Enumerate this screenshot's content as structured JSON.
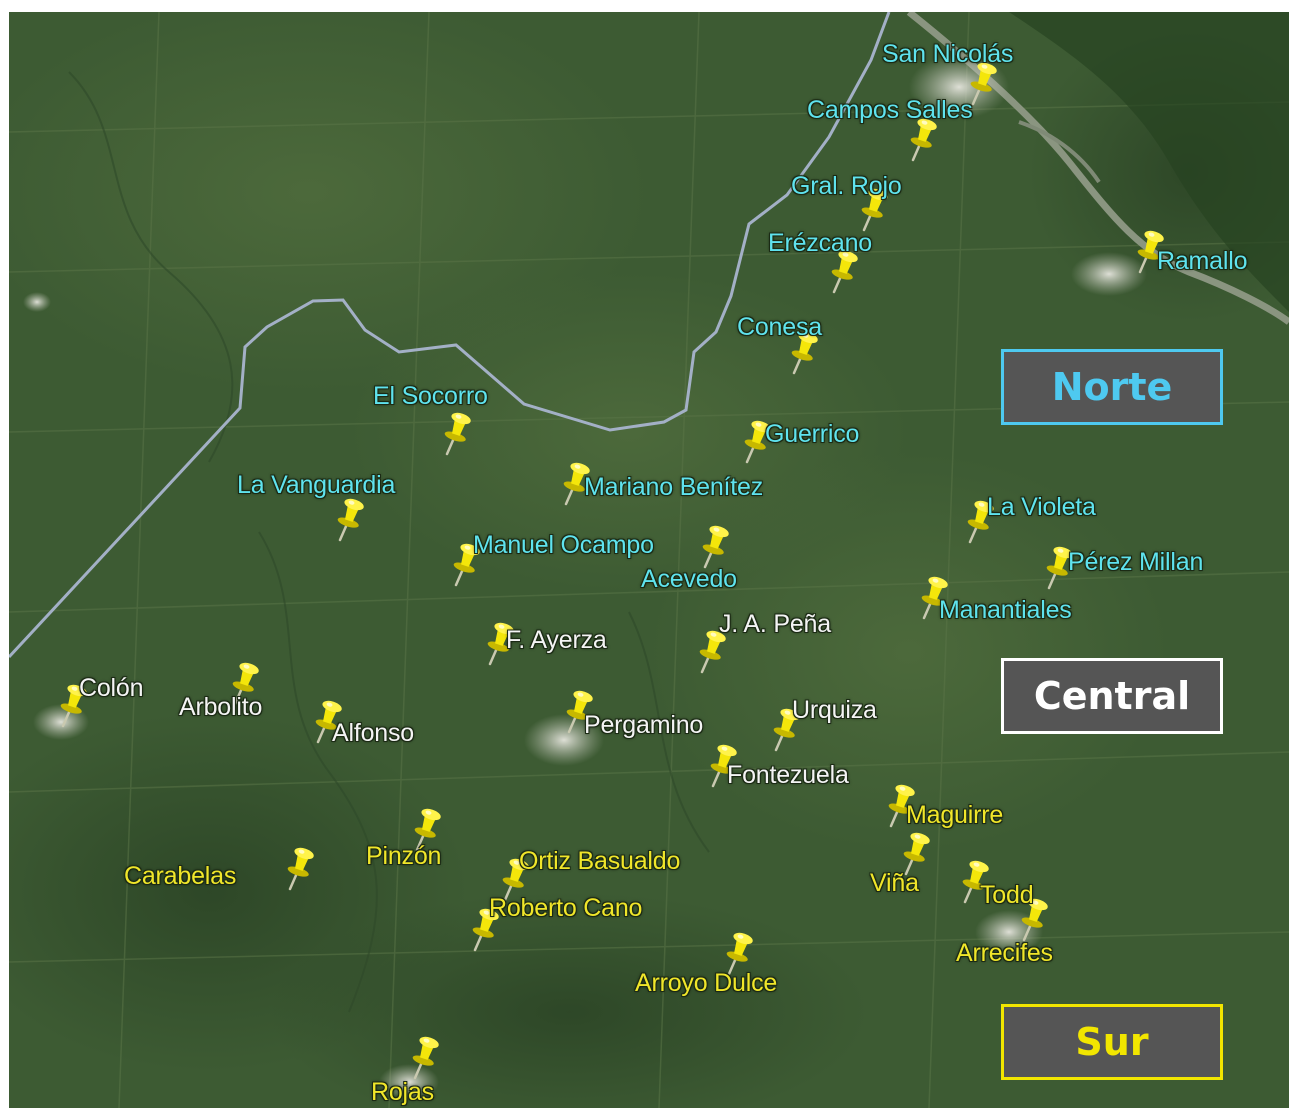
{
  "regions": {
    "norte": {
      "label": "Norte",
      "color": "#4ec9f0"
    },
    "central": {
      "label": "Central",
      "color": "#ffffff"
    },
    "sur": {
      "label": "Sur",
      "color": "#f2e600"
    }
  },
  "localities": [
    {
      "id": "san-nicolas",
      "name": "San Nicolás",
      "region": "norte"
    },
    {
      "id": "campos-salles",
      "name": "Campos Salles",
      "region": "norte"
    },
    {
      "id": "gral-rojo",
      "name": "Gral. Rojo",
      "region": "norte"
    },
    {
      "id": "erezcano",
      "name": "Erézcano",
      "region": "norte"
    },
    {
      "id": "ramallo",
      "name": "Ramallo",
      "region": "norte"
    },
    {
      "id": "conesa",
      "name": "Conesa",
      "region": "norte"
    },
    {
      "id": "el-socorro",
      "name": "El Socorro",
      "region": "norte"
    },
    {
      "id": "guerrico",
      "name": "Guerrico",
      "region": "norte"
    },
    {
      "id": "la-vanguardia",
      "name": "La Vanguardia",
      "region": "norte"
    },
    {
      "id": "mariano-benitez",
      "name": "Mariano Benítez",
      "region": "norte"
    },
    {
      "id": "la-violeta",
      "name": "La Violeta",
      "region": "norte"
    },
    {
      "id": "manuel-ocampo",
      "name": "Manuel Ocampo",
      "region": "norte"
    },
    {
      "id": "perez-millan",
      "name": "Pérez Millan",
      "region": "norte"
    },
    {
      "id": "acevedo",
      "name": "Acevedo",
      "region": "norte"
    },
    {
      "id": "manantiales",
      "name": "Manantiales",
      "region": "norte"
    },
    {
      "id": "f-ayerza",
      "name": "F. Ayerza",
      "region": "central"
    },
    {
      "id": "ja-pena",
      "name": "J. A. Peña",
      "region": "central"
    },
    {
      "id": "colon",
      "name": "Colón",
      "region": "central"
    },
    {
      "id": "arbolito",
      "name": "Arbolito",
      "region": "central"
    },
    {
      "id": "alfonso",
      "name": "Alfonso",
      "region": "central"
    },
    {
      "id": "pergamino",
      "name": "Pergamino",
      "region": "central"
    },
    {
      "id": "urquiza",
      "name": "Urquiza",
      "region": "central"
    },
    {
      "id": "fontezuela",
      "name": "Fontezuela",
      "region": "central"
    },
    {
      "id": "maguirre",
      "name": "Maguirre",
      "region": "sur"
    },
    {
      "id": "pinzon",
      "name": "Pinzón",
      "region": "sur"
    },
    {
      "id": "ortiz-basualdo",
      "name": "Ortiz Basualdo",
      "region": "sur"
    },
    {
      "id": "carabelas",
      "name": "Carabelas",
      "region": "sur"
    },
    {
      "id": "vina",
      "name": "Viña",
      "region": "sur"
    },
    {
      "id": "todd",
      "name": "Todd",
      "region": "sur"
    },
    {
      "id": "roberto-cano",
      "name": "Roberto Cano",
      "region": "sur"
    },
    {
      "id": "arrecifes",
      "name": "Arrecifes",
      "region": "sur"
    },
    {
      "id": "arroyo-dulce",
      "name": "Arroyo Dulce",
      "region": "sur"
    },
    {
      "id": "rojas",
      "name": "Rojas",
      "region": "sur"
    }
  ]
}
